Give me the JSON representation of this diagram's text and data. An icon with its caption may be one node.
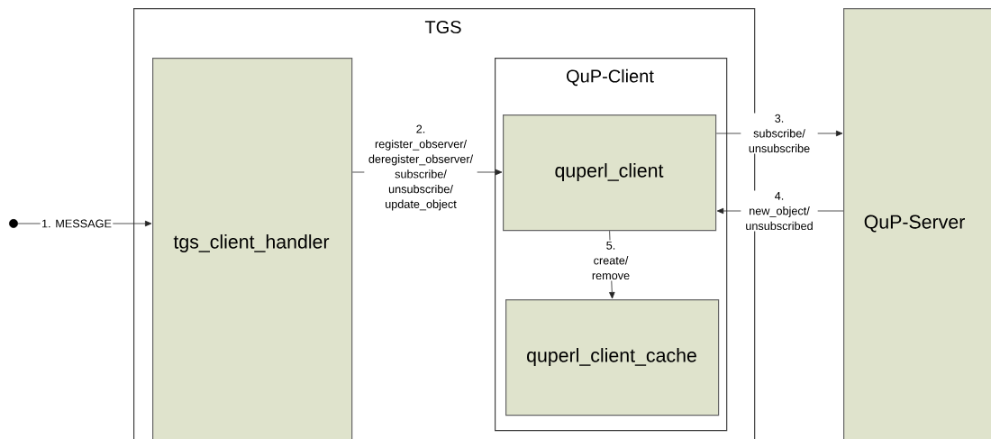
{
  "diagram": {
    "nodes": [
      {
        "text": [
          "TGS"
        ]
      },
      {
        "text": [
          "tgs_client_handler"
        ],
        "in": 0
      },
      {
        "text": [
          "QuP-Client"
        ],
        "in": 0
      },
      {
        "text": [
          "quperl_client"
        ],
        "in": 2
      },
      {
        "text": [
          "quperl_client_cache"
        ],
        "in": 2
      },
      {
        "text": [
          "QuP-Server"
        ]
      },
      {
        "text": [],
        "shape": "circle"
      }
    ],
    "edges": [
      {
        "from": 6,
        "to": 1,
        "arrow": "to",
        "label": "1. MESSAGE"
      },
      {
        "from": 1,
        "to": 3,
        "arrow": "to",
        "label": "2. register_observer/ deregister_observer/ subscribe/ unsubscribe/ update_object"
      },
      {
        "from": 3,
        "to": 5,
        "arrow": "to",
        "label": "3. subscribe/ unsubscribe"
      },
      {
        "from": 5,
        "to": 3,
        "arrow": "to",
        "label": "4. new_object/ unsubscribed"
      },
      {
        "from": 3,
        "to": 4,
        "arrow": "to",
        "label": "5. create/ remove"
      }
    ]
  }
}
